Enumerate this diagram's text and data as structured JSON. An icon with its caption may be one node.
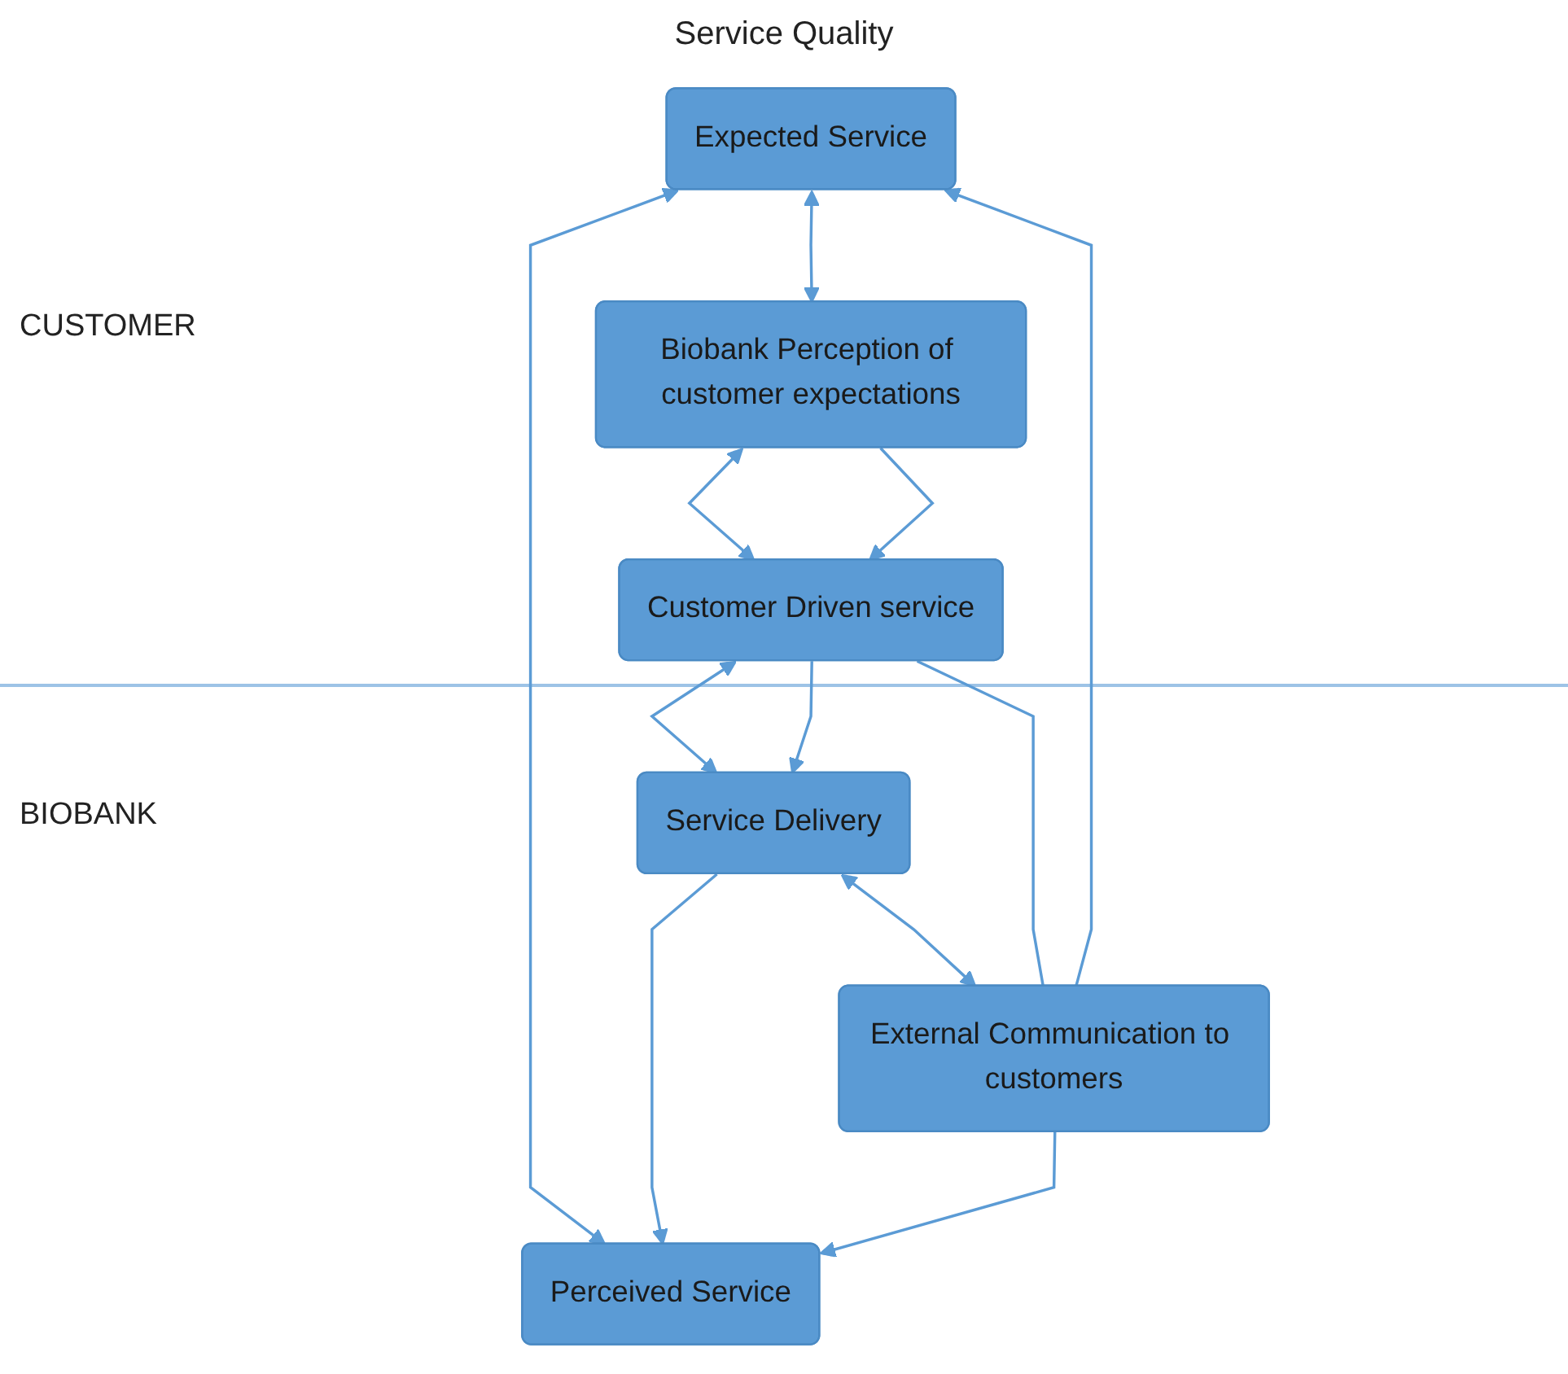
{
  "diagram": {
    "title": "Service Quality",
    "nodes": [
      {
        "text": [
          "Expected Service"
        ]
      },
      {
        "text": [
          "Perceived Service"
        ]
      },
      {
        "text": [
          "Service Delivery"
        ]
      },
      {
        "text": [
          "External Communication to customers"
        ]
      },
      {
        "text": [
          "Customer Driven service"
        ]
      },
      {
        "text": [
          "Biobank Perception of customer expectations"
        ]
      }
    ],
    "edges": [
      {
        "from": 0,
        "to": 1,
        "arrow": "both"
      },
      {
        "from": 2,
        "to": 1,
        "arrow": "to"
      },
      {
        "from": 2,
        "to": 3,
        "arrow": "both"
      },
      {
        "from": 3,
        "to": 0,
        "arrow": "to"
      },
      {
        "from": 3,
        "to": 1,
        "arrow": "to"
      },
      {
        "from": 4,
        "to": 2,
        "arrow": "both"
      },
      {
        "from": 4,
        "to": 2,
        "arrow": "to"
      },
      {
        "from": 4,
        "to": 3,
        "arrow": "none"
      },
      {
        "from": 5,
        "to": 4,
        "arrow": "both"
      },
      {
        "from": 5,
        "to": 4,
        "arrow": "to"
      },
      {
        "from": 0,
        "to": 5,
        "arrow": "both"
      }
    ],
    "labels": [
      "CUSTOMER",
      "BIOBANK"
    ]
  }
}
